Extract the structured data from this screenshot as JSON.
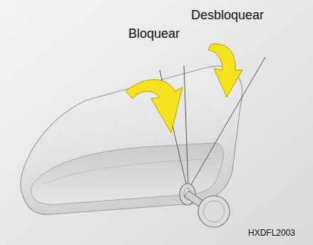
{
  "diagram": {
    "labels": [
      "Bloquear",
      "Desbloquear",
      "HXDFL2003"
    ]
  }
}
